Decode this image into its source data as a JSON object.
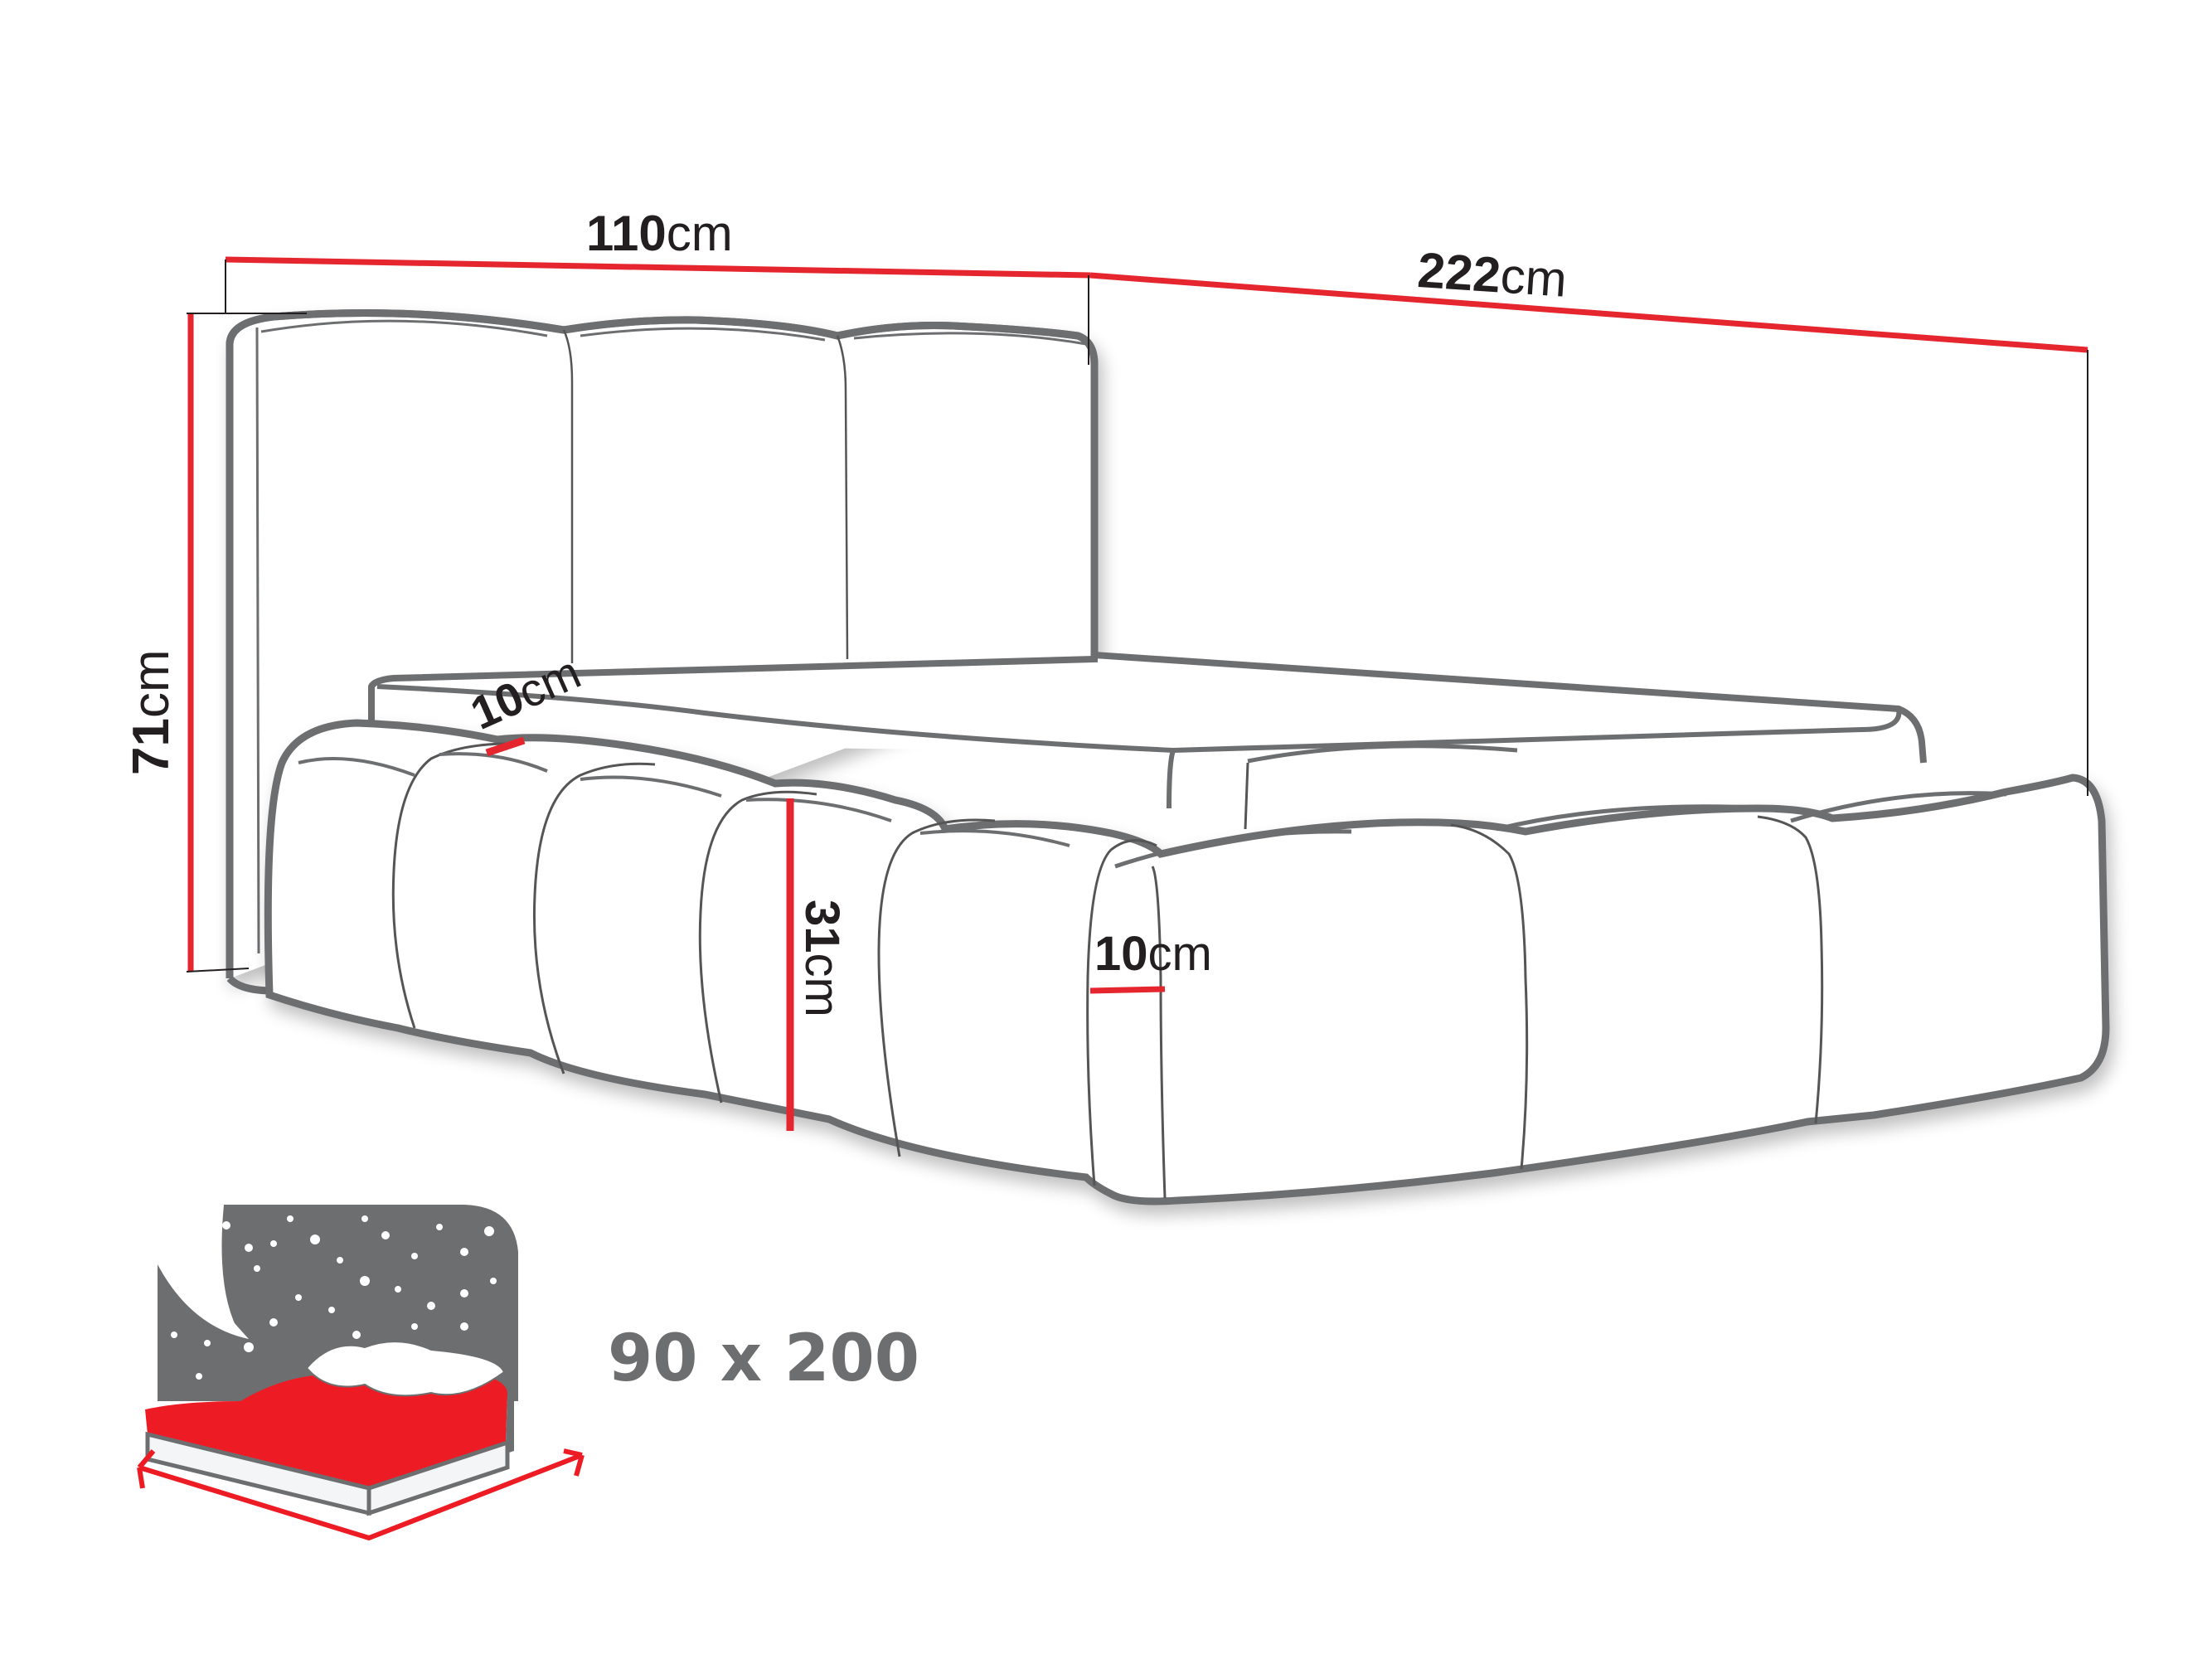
{
  "diagram": {
    "subject": "Upholstered single bed with tufted headboard and padded frame",
    "colors": {
      "outline": "#6d6e70",
      "dimension_line": "#e5262f",
      "text": "#231f20",
      "icon_gray": "#6d6e70",
      "icon_red": "#ed1c24"
    },
    "dimensions": {
      "width": {
        "value": "110",
        "unit": "cm"
      },
      "length": {
        "value": "222",
        "unit": "cm"
      },
      "height": {
        "value": "71",
        "unit": "cm"
      },
      "headboard_depth": {
        "value": "10",
        "unit": "cm"
      },
      "frame_height": {
        "value": "31",
        "unit": "cm"
      },
      "frame_thickness": {
        "value": "10",
        "unit": "cm"
      }
    },
    "mattress_icon": {
      "label": "90 x 200"
    }
  }
}
